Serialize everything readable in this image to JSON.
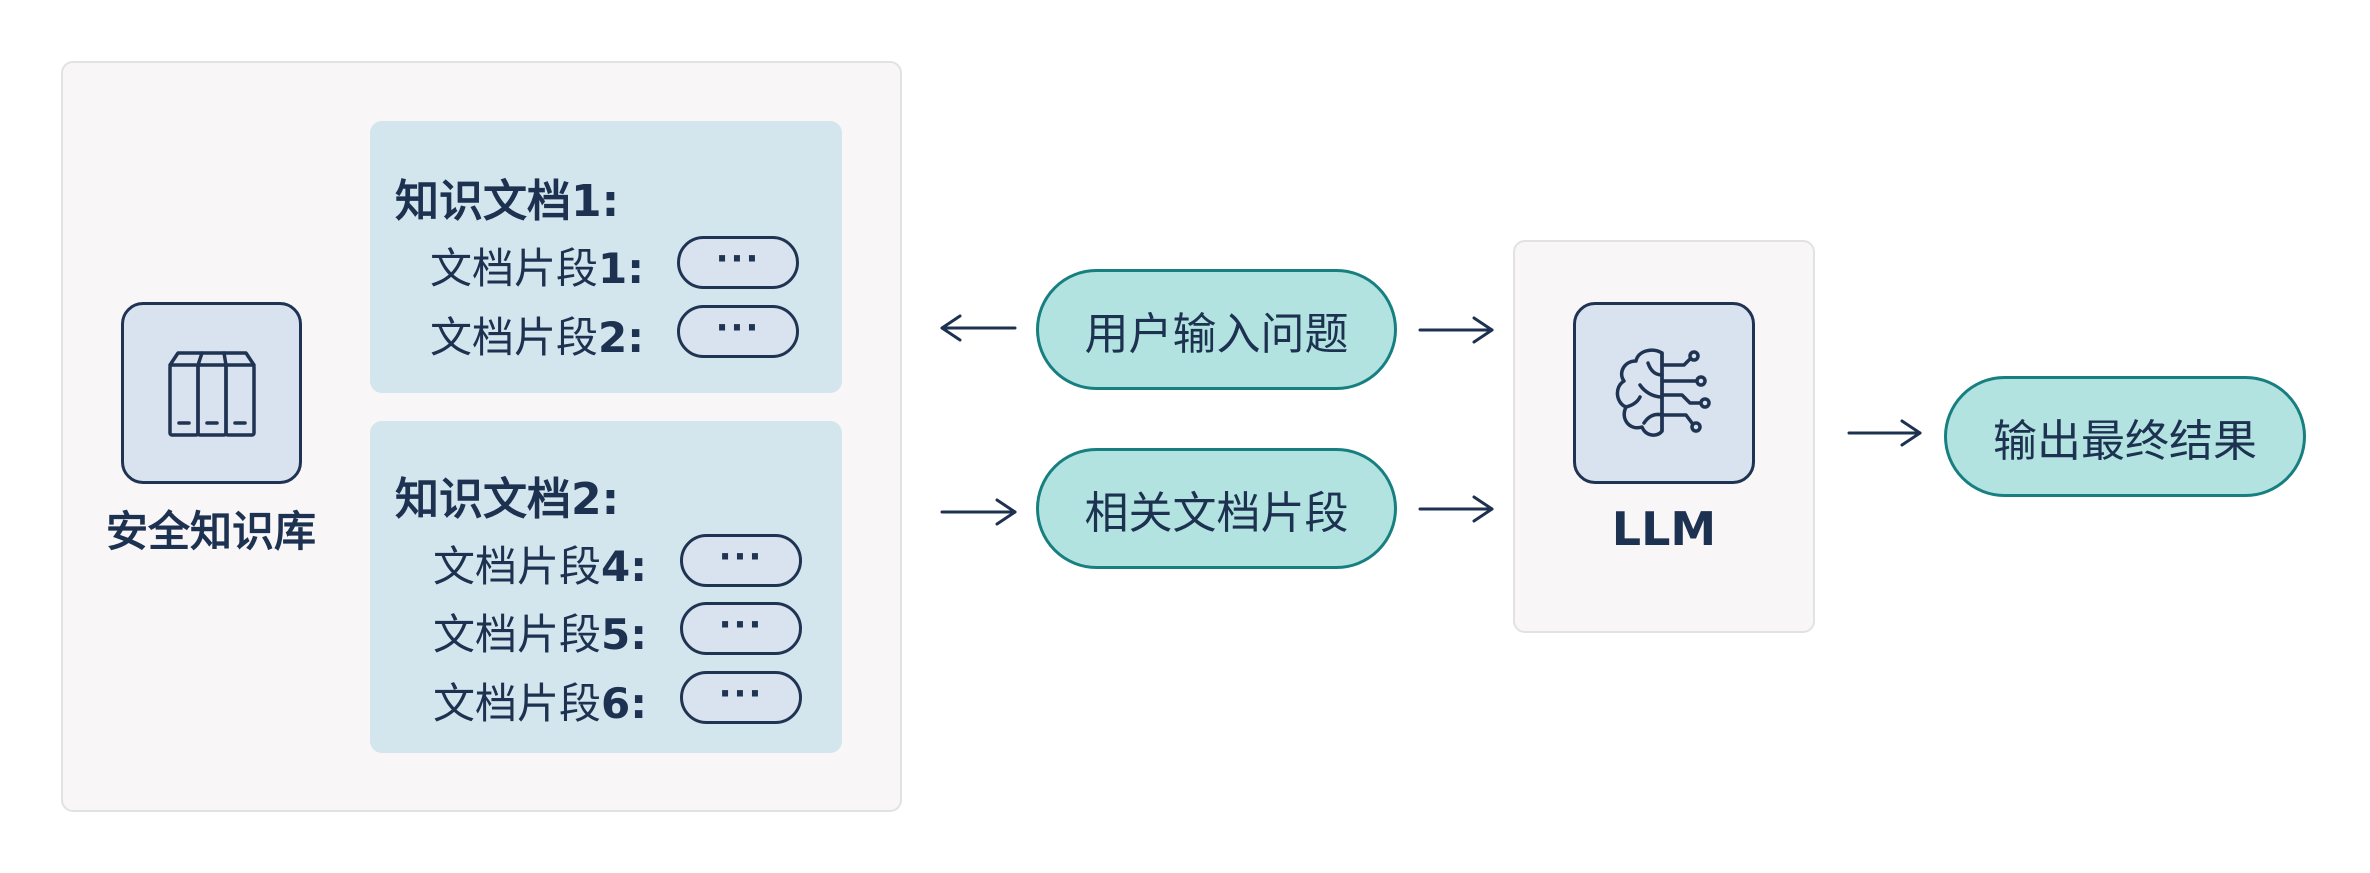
{
  "knowledge_base": {
    "label": "安全知识库",
    "icon": "bookshelf-icon"
  },
  "documents": [
    {
      "title": "知识文档1:",
      "fragments": [
        {
          "label": "文档片段",
          "num": "1:",
          "content": "···"
        },
        {
          "label": "文档片段",
          "num": "2:",
          "content": "···"
        }
      ]
    },
    {
      "title": "知识文档2:",
      "fragments": [
        {
          "label": "文档片段",
          "num": "4:",
          "content": "···"
        },
        {
          "label": "文档片段",
          "num": "5:",
          "content": "···"
        },
        {
          "label": "文档片段",
          "num": "6:",
          "content": "···"
        }
      ]
    }
  ],
  "user_question": "用户输入问题",
  "relevant_fragments": "相关文档片段",
  "llm": {
    "label": "LLM",
    "icon": "brain-circuit-icon"
  },
  "output": "输出最终结果",
  "colors": {
    "dark_navy": "#1d3150",
    "pill_fill": "#b2e3e1",
    "pill_border": "#177f80",
    "doc_card_fill": "#d3e5ed",
    "icon_box_fill": "#d9e2ef",
    "panel_fill": "#f8f6f7"
  }
}
